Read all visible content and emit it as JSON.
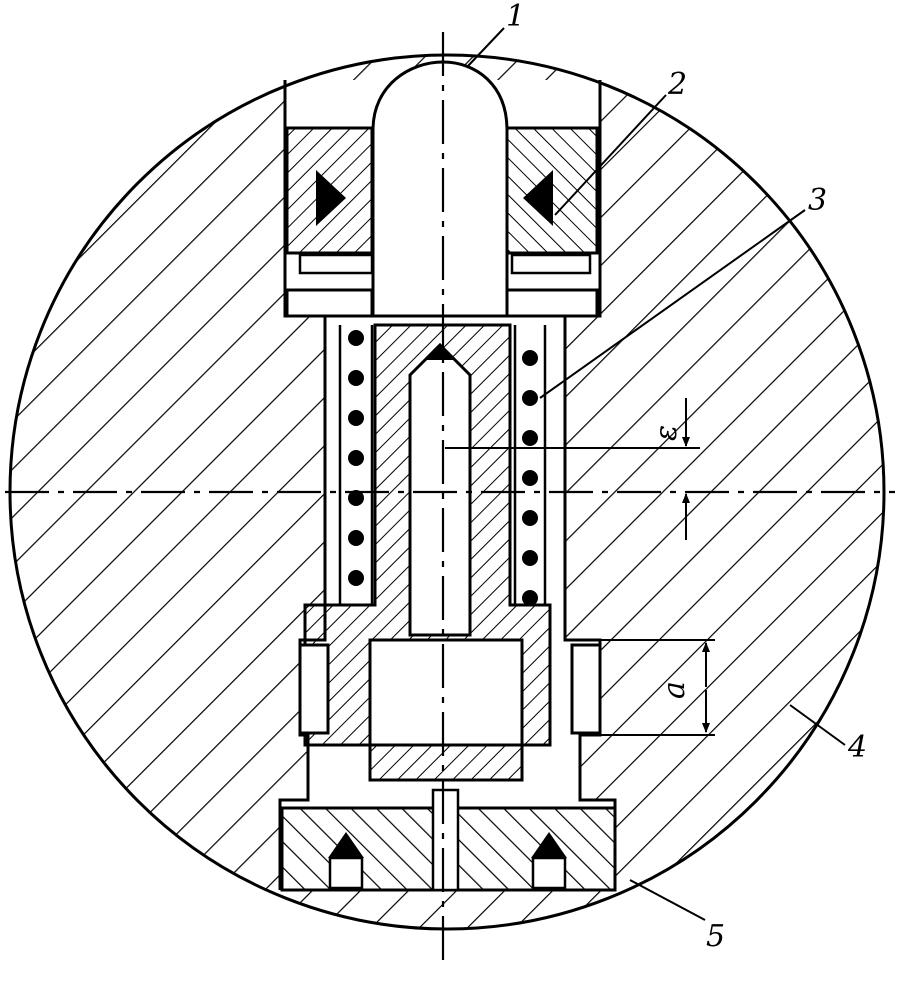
{
  "colors": {
    "ink": "#000000",
    "paper": "#ffffff"
  },
  "callouts": [
    "1",
    "2",
    "3",
    "4",
    "5"
  ],
  "dimensions": {
    "offset": "ε",
    "gap": "a"
  }
}
